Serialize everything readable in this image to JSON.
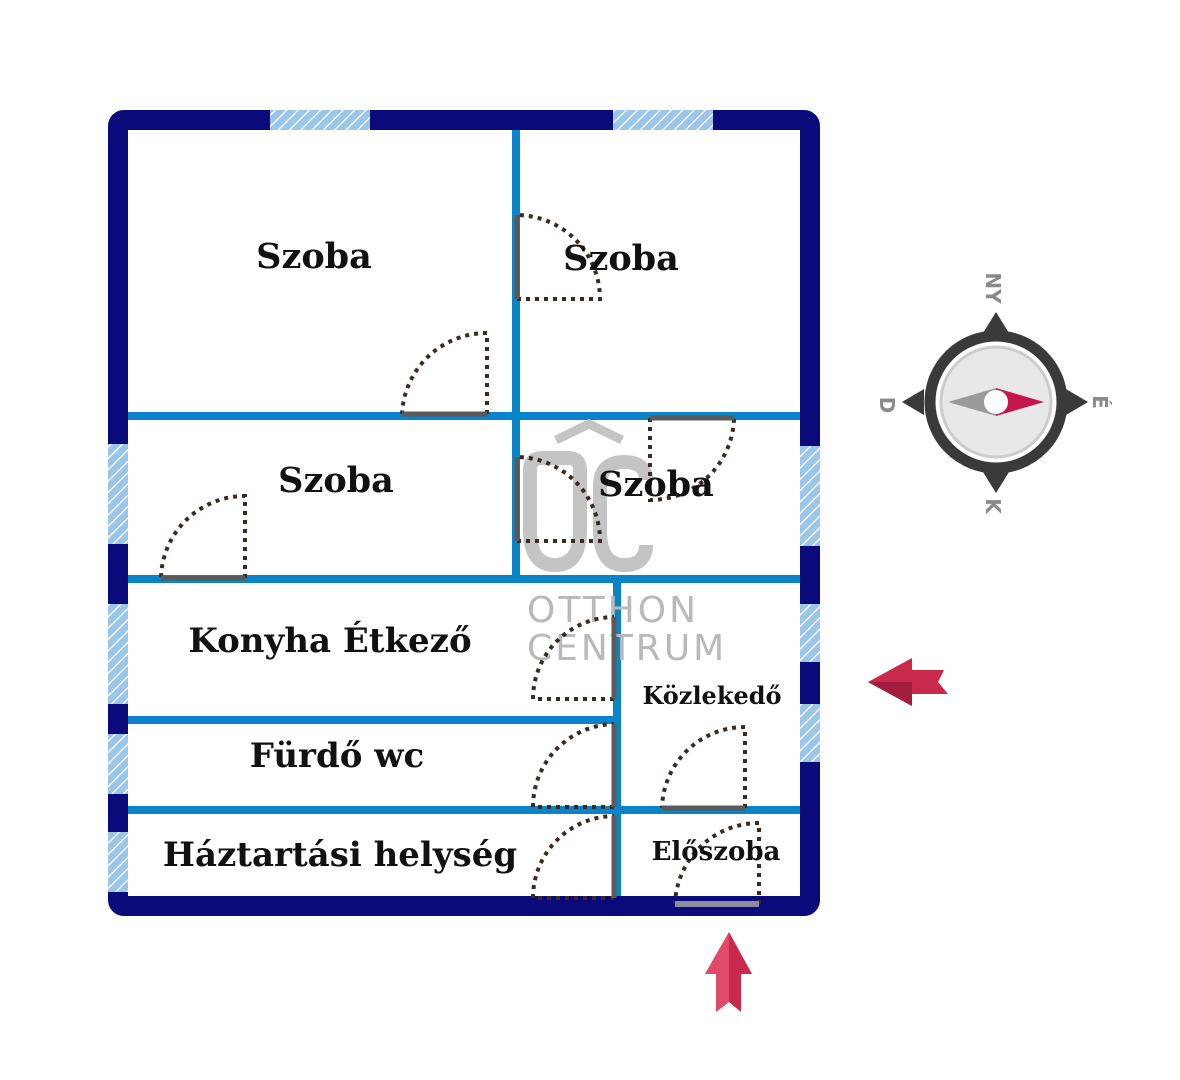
{
  "rooms": {
    "szoba_1": "Szoba",
    "szoba_2": "Szoba",
    "szoba_3": "Szoba",
    "szoba_4": "Szoba",
    "konyha": "Konyha Étkező",
    "furdo": "Fürdő wc",
    "haztartasi": "Háztartási helység",
    "kozlekedo": "Közlekedő",
    "eloszoba": "Előszoba"
  },
  "compass": {
    "north": "NY",
    "east": "É",
    "south": "K",
    "west": "D"
  },
  "watermark": {
    "line1": "OTTHON",
    "line2": "CENTRUM"
  },
  "colors": {
    "outer_wall": "#0a0a7a",
    "inner_wall": "#0a84c8",
    "window": "#9cc6e8",
    "entrance_arrow": "#c8294d",
    "compass_needle": "#c4164a",
    "compass_ring": "#3a3a3a"
  }
}
